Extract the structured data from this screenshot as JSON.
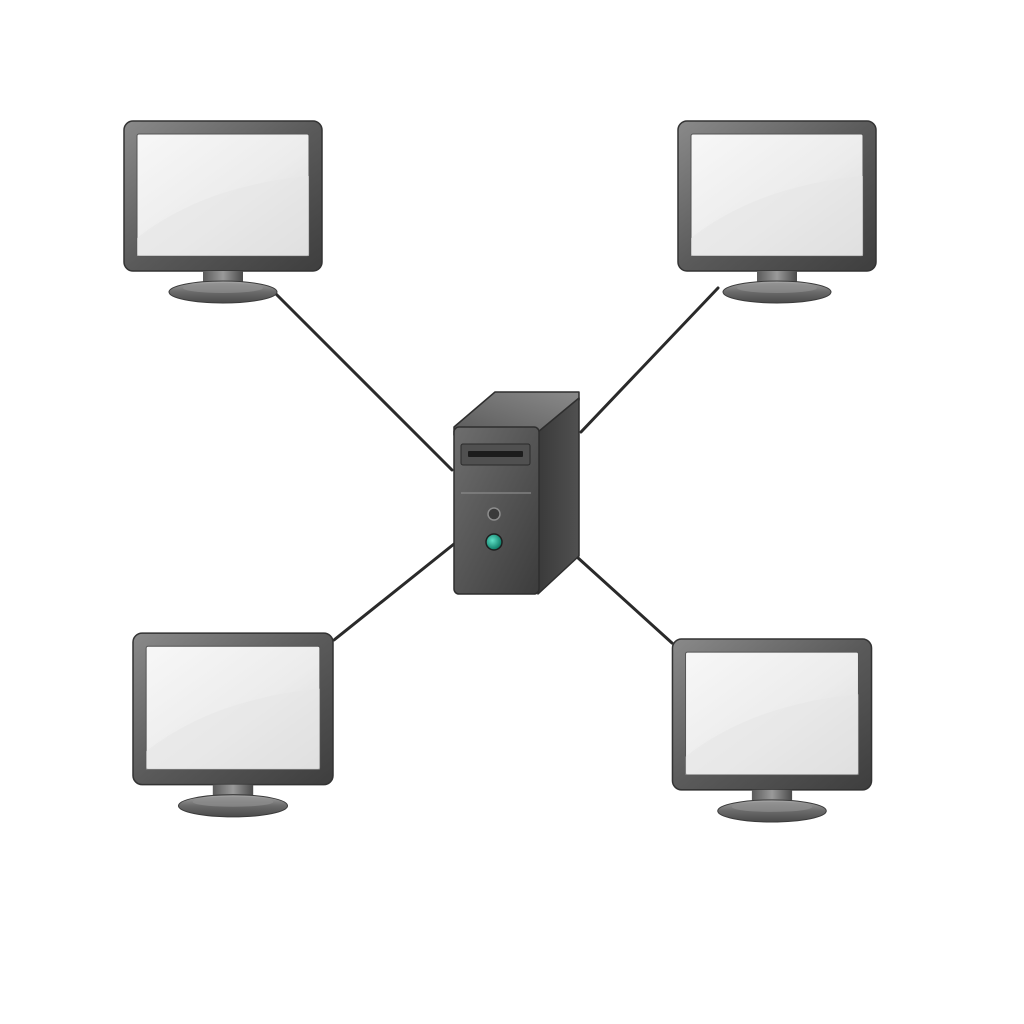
{
  "diagram": {
    "type": "network-topology",
    "layout": "star",
    "hub": {
      "kind": "server-tower",
      "icon": "server-tower-icon"
    },
    "nodes": [
      {
        "id": "monitor-top-left",
        "kind": "monitor",
        "icon": "monitor-icon"
      },
      {
        "id": "monitor-top-right",
        "kind": "monitor",
        "icon": "monitor-icon"
      },
      {
        "id": "monitor-bottom-left",
        "kind": "monitor",
        "icon": "monitor-icon"
      },
      {
        "id": "monitor-bottom-right",
        "kind": "monitor",
        "icon": "monitor-icon"
      }
    ],
    "connections": [
      {
        "from": "server",
        "to": "monitor-top-left"
      },
      {
        "from": "server",
        "to": "monitor-top-right"
      },
      {
        "from": "server",
        "to": "monitor-bottom-left"
      },
      {
        "from": "server",
        "to": "monitor-bottom-right"
      }
    ]
  },
  "colors": {
    "background": "#ffffff",
    "bezel_dark": "#3e3e3e",
    "bezel_light": "#8a8a8a",
    "screen_light": "#f7f7f7",
    "screen_dark": "#dcdcdc",
    "case_dark": "#3c3c3c",
    "case_light": "#6e6e6e",
    "power_led": "#1aa88f",
    "cable": "#2a2a2a"
  }
}
